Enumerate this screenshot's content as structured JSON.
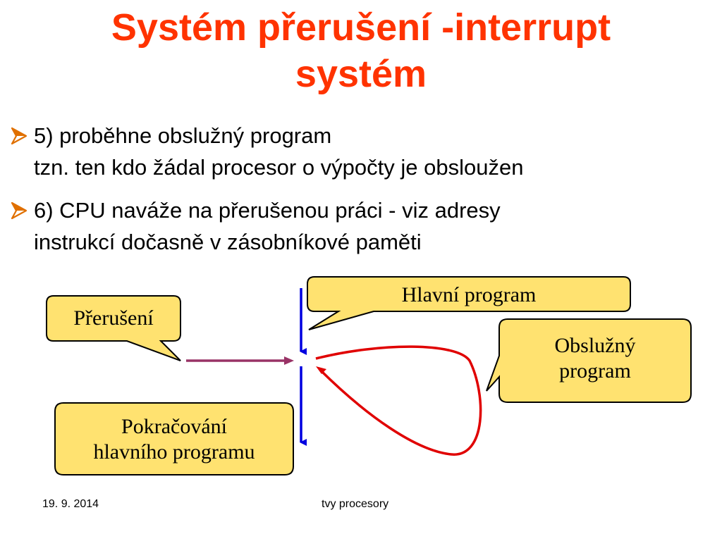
{
  "title": {
    "line1": "Systém přerušení -interrupt",
    "line2": "systém"
  },
  "bullets": [
    {
      "line1": "5) proběhne obslužný program",
      "line2": "tzn. ten kdo žádal procesor o výpočty je obsloužen"
    },
    {
      "line1": "6) CPU naváže na přerušenou práci - viz adresy",
      "line2": "instrukcí dočasně v zásobníkové paměti"
    }
  ],
  "diagram": {
    "callouts": {
      "interrupt": "Přerušení",
      "main_program": "Hlavní program",
      "service_line1": "Obslužný",
      "service_line2": "program",
      "continue_line1": "Pokračování",
      "continue_line2": "hlavního programu"
    },
    "colors": {
      "callout_fill": "#ffe270",
      "main_flow": "#0000e0",
      "interrupt_arrow": "#993366",
      "service_loop": "#e00000",
      "title": "#ff3300",
      "bullet_marker": "#e07000"
    }
  },
  "footer": {
    "date": "19. 9. 2014",
    "center": "tvy procesory"
  }
}
